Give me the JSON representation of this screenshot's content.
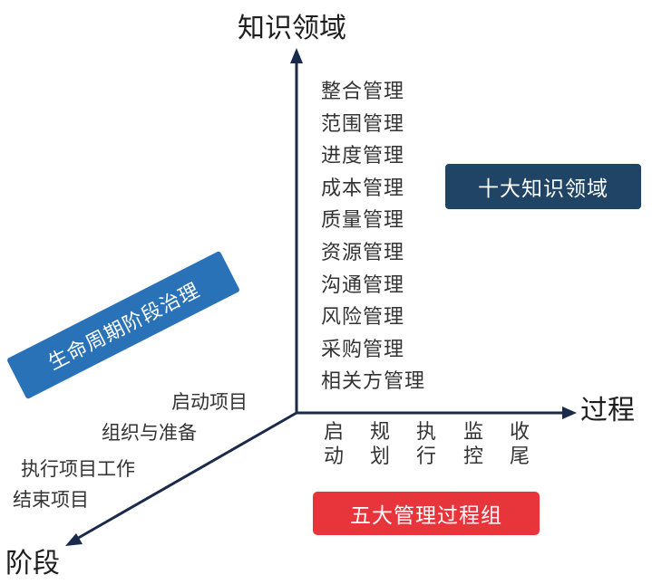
{
  "axes": {
    "vertical_label": "知识领域",
    "horizontal_label": "过程",
    "diagonal_label": "阶段"
  },
  "knowledge_areas": [
    "整合管理",
    "范围管理",
    "进度管理",
    "成本管理",
    "质量管理",
    "资源管理",
    "沟通管理",
    "风险管理",
    "采购管理",
    "相关方管理"
  ],
  "process_groups": [
    {
      "top": "启",
      "bottom": "动"
    },
    {
      "top": "规",
      "bottom": "划"
    },
    {
      "top": "执",
      "bottom": "行"
    },
    {
      "top": "监",
      "bottom": "控"
    },
    {
      "top": "收",
      "bottom": "尾"
    }
  ],
  "stages": [
    "启动项目",
    "组织与准备",
    "执行项目工作",
    "结束项目"
  ],
  "badges": {
    "knowledge": "十大知识领域",
    "process": "五大管理过程组",
    "lifecycle": "生命周期阶段治理"
  },
  "colors": {
    "knowledge_badge": "#1f4466",
    "process_badge": "#e8353c",
    "lifecycle_badge": "#2a72b8",
    "axis": "#1a2a4a"
  }
}
